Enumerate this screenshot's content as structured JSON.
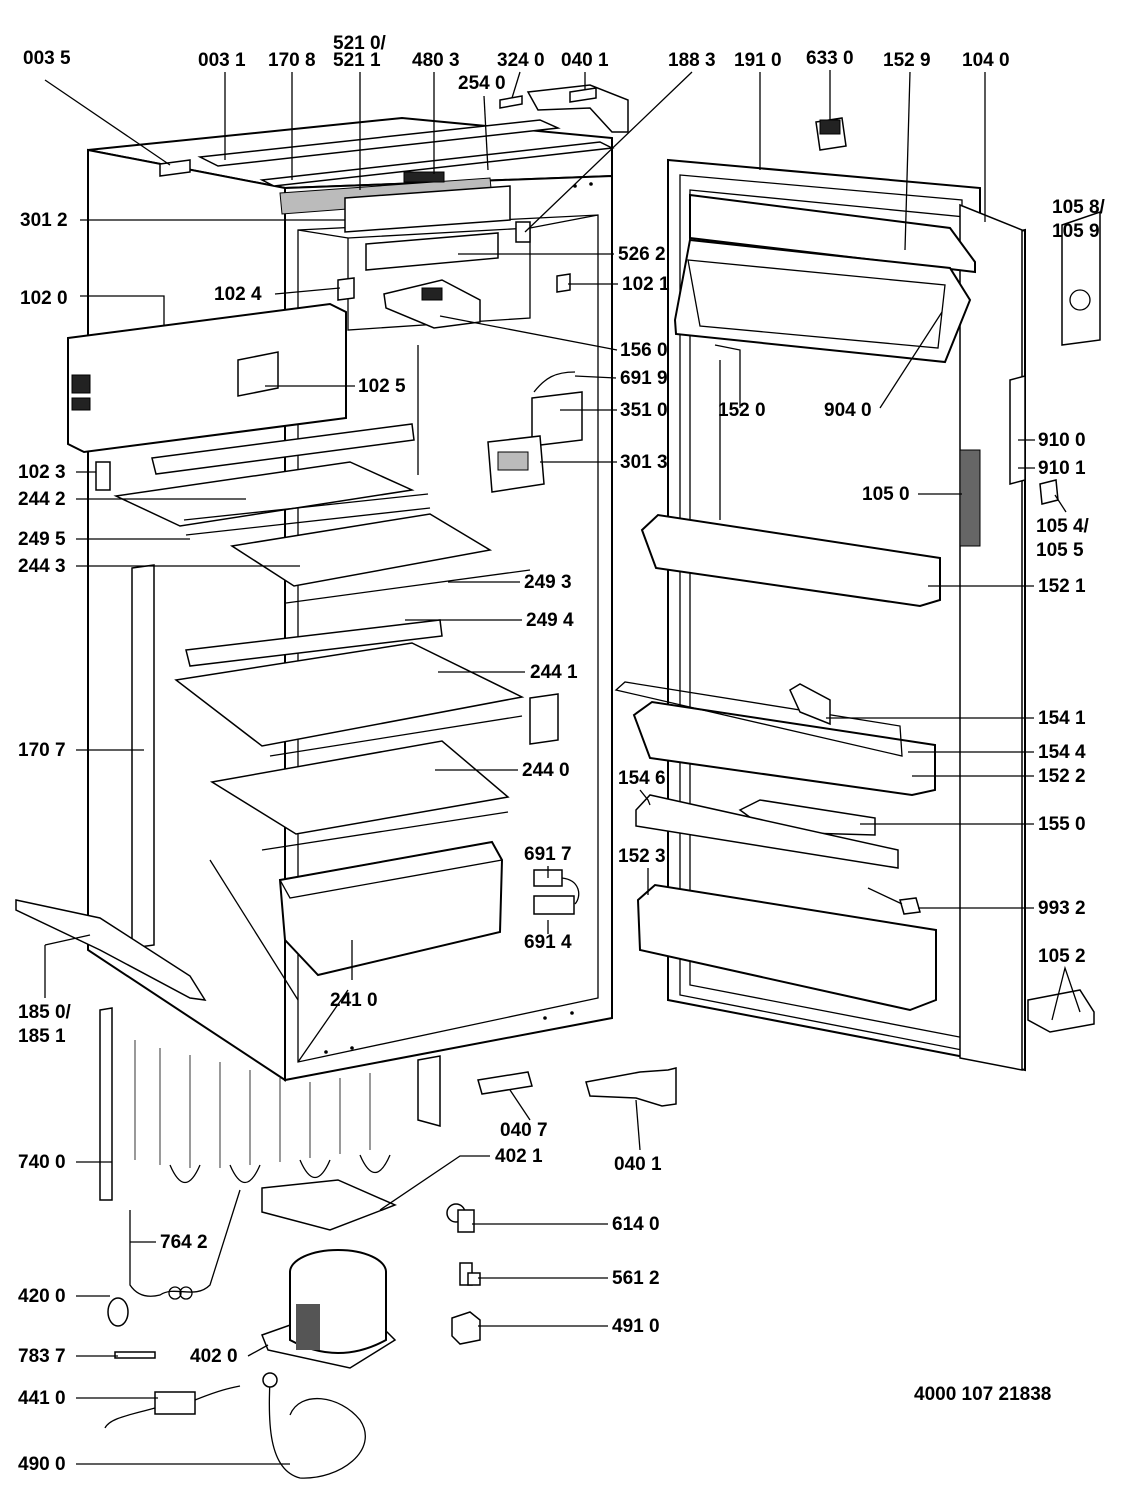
{
  "document_id": "4000 107 21838",
  "parts": [
    "003 5",
    "003 1",
    "170 8",
    "521 0/",
    "521 1",
    "480 3",
    "254 0",
    "324 0",
    "040 1",
    "188 3",
    "191 0",
    "633 0",
    "152 9",
    "104 0",
    "105 8/",
    "105 9",
    "301 2",
    "526 2",
    "102 4",
    "102 1",
    "102 0",
    "156 0",
    "102 5",
    "691 9",
    "351 0",
    "152 0",
    "904 0",
    "910 0",
    "910 1",
    "301 3",
    "105 0",
    "105 4/",
    "105 5",
    "102 3",
    "244 2",
    "249 5",
    "244 3",
    "249 3",
    "152 1",
    "249 4",
    "244 1",
    "154 1",
    "170 7",
    "154 4",
    "152 2",
    "244 0",
    "154 6",
    "155 0",
    "691 7",
    "152 3",
    "993 2",
    "691 4",
    "105 2",
    "241 0",
    "185 0/",
    "185 1",
    "040 7",
    "040 1",
    "402 1",
    "740 0",
    "614 0",
    "764 2",
    "561 2",
    "420 0",
    "491 0",
    "783 7",
    "402 0",
    "441 0",
    "490 0"
  ]
}
